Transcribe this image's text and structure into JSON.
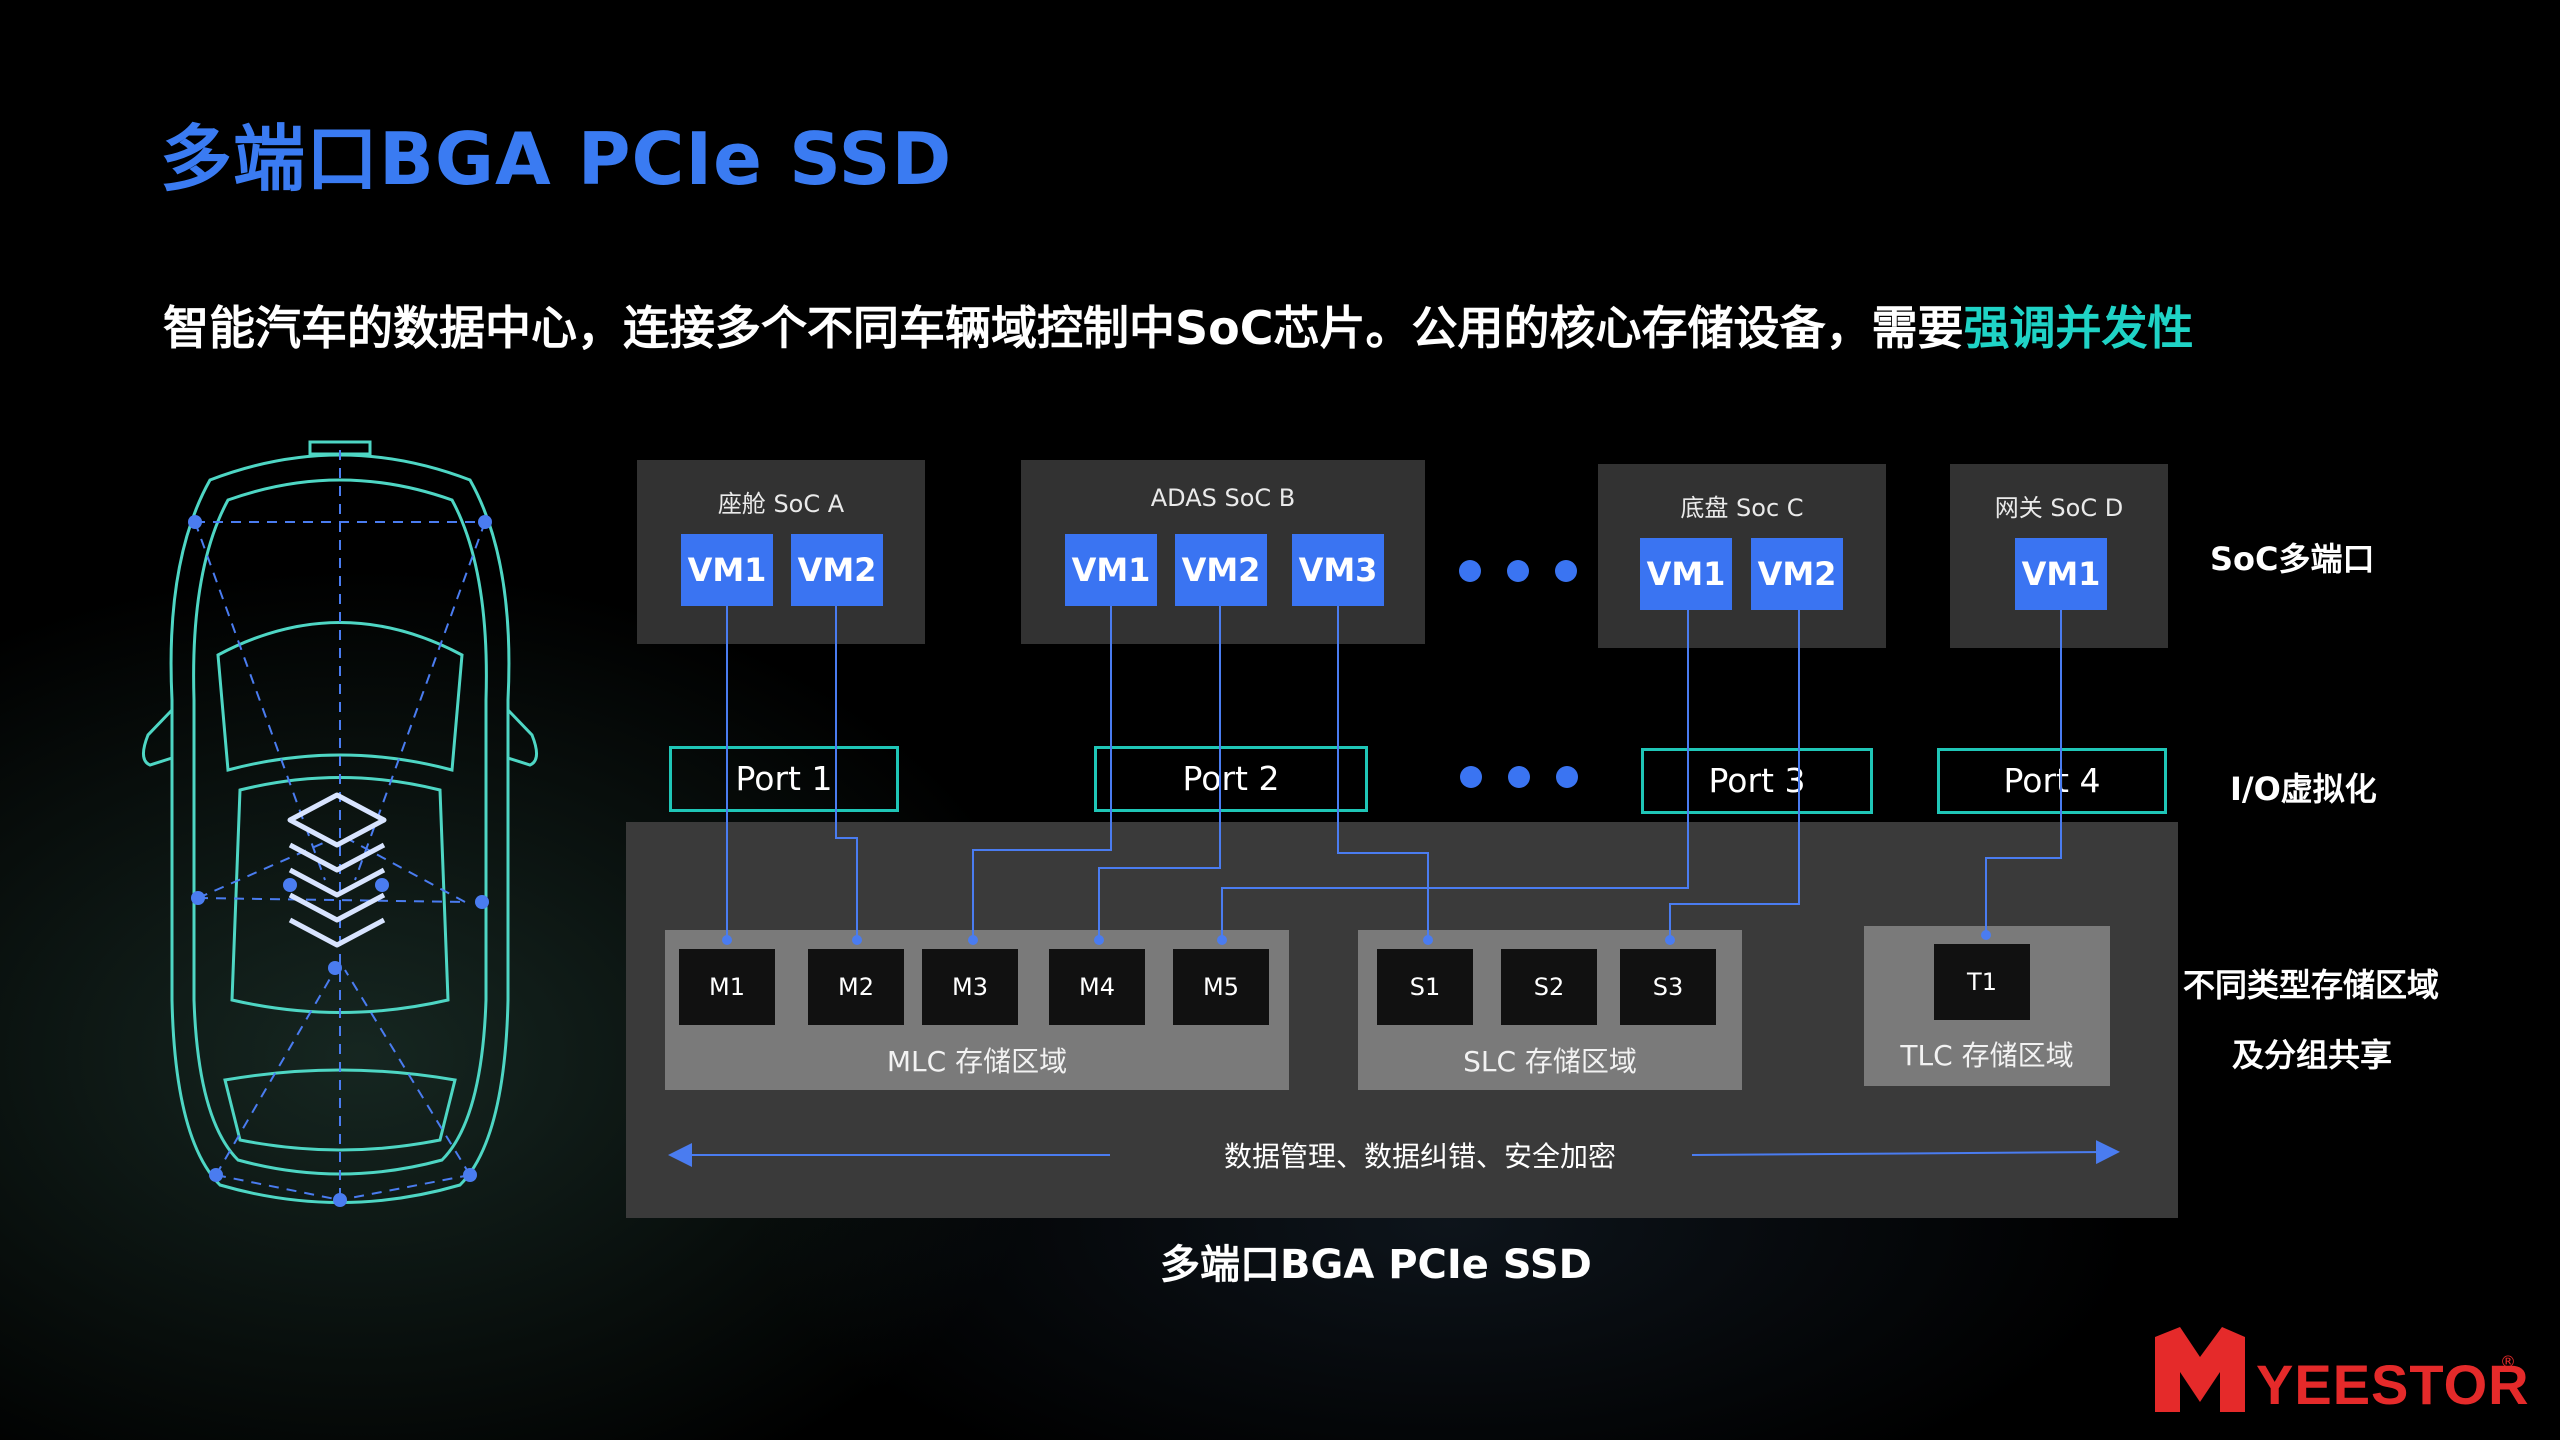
{
  "title": "多端口BGA PCIe SSD",
  "subtitle": {
    "main": "智能汽车的数据中心，连接多个不同车辆域控制中SoC芯片。公用的核心存储设备，需要",
    "highlight": "强调并发性"
  },
  "socs": [
    {
      "label": "座舱 SoC A",
      "vms": [
        "VM1",
        "VM2"
      ]
    },
    {
      "label": "ADAS SoC B",
      "vms": [
        "VM1",
        "VM2",
        "VM3"
      ]
    },
    {
      "label": "底盘 Soc C",
      "vms": [
        "VM1",
        "VM2"
      ]
    },
    {
      "label": "网关 SoC D",
      "vms": [
        "VM1"
      ]
    }
  ],
  "ports": [
    "Port 1",
    "Port 2",
    "Port 3",
    "Port 4"
  ],
  "zones": [
    {
      "label": "MLC 存储区域",
      "blocks": [
        "M1",
        "M2",
        "M3",
        "M4",
        "M5"
      ]
    },
    {
      "label": "SLC 存储区域",
      "blocks": [
        "S1",
        "S2",
        "S3"
      ]
    },
    {
      "label": "TLC 存储区域",
      "blocks": [
        "T1"
      ]
    }
  ],
  "side_labels": {
    "soc_multiport": "SoC多端口",
    "io_virtualization": "I/O虚拟化",
    "storage_zones_line1": "不同类型存储区域",
    "storage_zones_line2": "及分组共享"
  },
  "management_text": "数据管理、数据纠错、安全加密",
  "ssd_caption": "多端口BGA PCIe SSD",
  "logo_text": "YEESTOR",
  "logo_reg": "®",
  "colors": {
    "title": "#3a7bf2",
    "highlight": "#1fd3c6",
    "vm": "#3a74f2",
    "port_border": "#1fc6b7",
    "logo": "#e52a2a"
  }
}
